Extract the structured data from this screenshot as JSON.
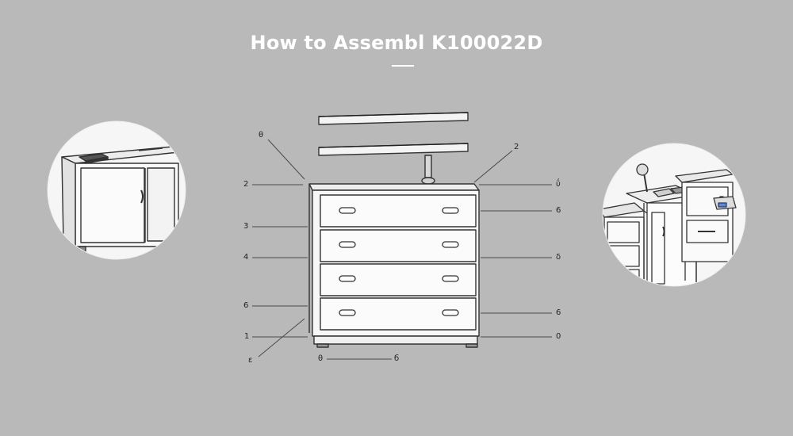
{
  "title": "How to Assembl K100022D",
  "callouts": {
    "left": [
      "θ",
      "2",
      "3",
      "4",
      "6",
      "1",
      "ε"
    ],
    "right": [
      "2",
      "ΰ",
      "6",
      "δ",
      "6",
      "0"
    ],
    "bottom": [
      "θ",
      "б"
    ]
  },
  "colors": {
    "background": "#b9b9b9",
    "title": "#ffffff",
    "line": "#333333",
    "panel": "#f4f4f4"
  },
  "icons": [
    "cabinet-illustration",
    "chest-of-drawers-illustration",
    "office-scene-illustration"
  ]
}
